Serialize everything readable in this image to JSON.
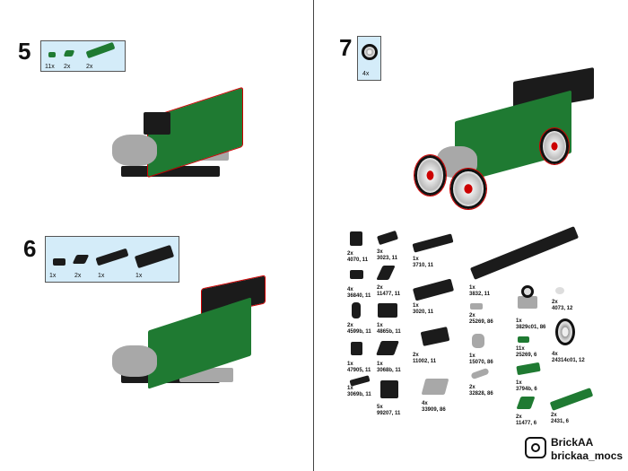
{
  "steps": [
    {
      "number": "5",
      "callout": [
        "11x",
        "2x",
        "2x"
      ]
    },
    {
      "number": "6",
      "callout": [
        "1x",
        "2x",
        "1x",
        "1x"
      ]
    },
    {
      "number": "7",
      "callout": [
        "4x"
      ]
    }
  ],
  "parts": [
    {
      "qty": "2x",
      "id": "4070, 11"
    },
    {
      "qty": "3x",
      "id": "3023, 11"
    },
    {
      "qty": "1x",
      "id": "3710, 11"
    },
    {
      "qty": "1x",
      "id": "3832, 11"
    },
    {
      "qty": "4x",
      "id": "36840, 11"
    },
    {
      "qty": "2x",
      "id": "11477, 11"
    },
    {
      "qty": "1x",
      "id": "3020, 11"
    },
    {
      "qty": "2x",
      "id": "4599b, 11"
    },
    {
      "qty": "1x",
      "id": "4865b, 11"
    },
    {
      "qty": "2x",
      "id": "25269, 86"
    },
    {
      "qty": "1x",
      "id": "47905, 11"
    },
    {
      "qty": "1x",
      "id": "3068b, 11"
    },
    {
      "qty": "2x",
      "id": "11002, 11"
    },
    {
      "qty": "1x",
      "id": "15070, 86"
    },
    {
      "qty": "1x",
      "id": "3069b, 11"
    },
    {
      "qty": "5x",
      "id": "99207, 11"
    },
    {
      "qty": "4x",
      "id": "33909, 86"
    },
    {
      "qty": "2x",
      "id": "32828, 86"
    },
    {
      "qty": "1x",
      "id": "3829c01, 86"
    },
    {
      "qty": "2x",
      "id": "4073, 12"
    },
    {
      "qty": "11x",
      "id": "25269, 6"
    },
    {
      "qty": "4x",
      "id": "24314c01, 12"
    },
    {
      "qty": "1x",
      "id": "3794b, 6"
    },
    {
      "qty": "2x",
      "id": "11477, 6"
    },
    {
      "qty": "2x",
      "id": "2431, 6"
    }
  ],
  "branding": {
    "name": "BrickAA",
    "handle": "brickaa_mocs",
    "icon": "instagram-icon"
  },
  "colors": {
    "callout_bg": "#d4ecf9",
    "green": "#1f7a32",
    "black": "#1b1b1b",
    "gray": "#a8a8a8"
  }
}
